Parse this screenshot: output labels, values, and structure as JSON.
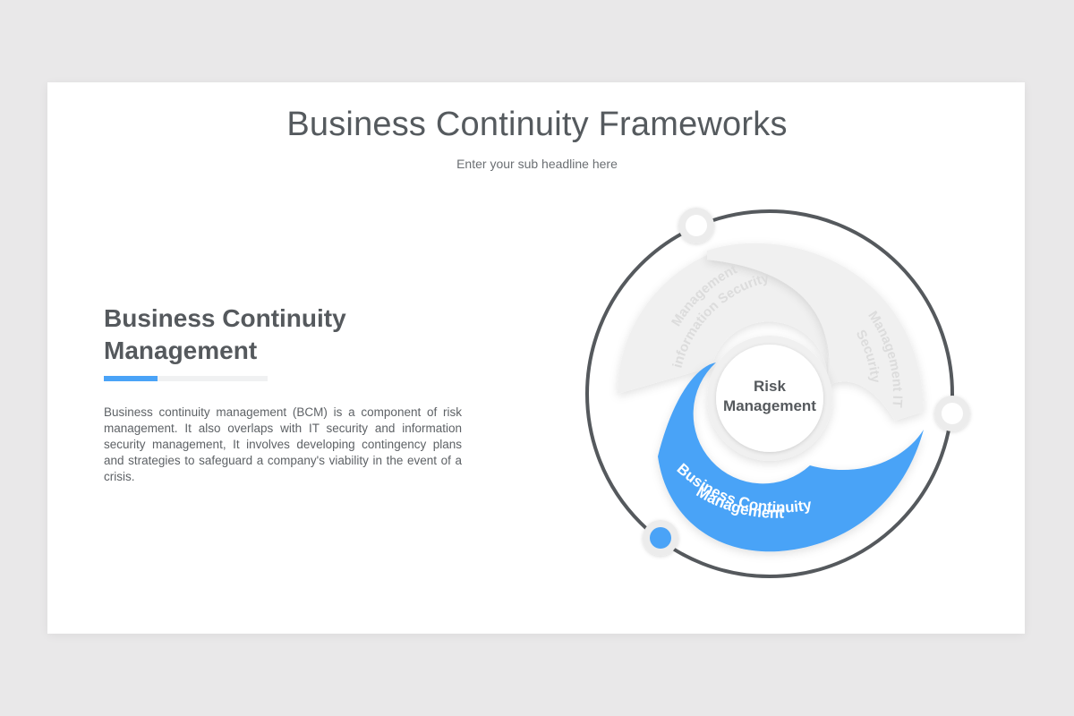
{
  "slide": {
    "title": "Business Continuity Frameworks",
    "subtitle": "Enter your sub headline here"
  },
  "section": {
    "heading_line1": "Business Continuity",
    "heading_line2": "Management",
    "underline_progress": 0.33,
    "body": "Business continuity management (BCM) is a component of risk management. It also overlaps with IT security and information security management, It involves developing contingency plans and strategies to safeguard a company's viability in the event of a crisis."
  },
  "diagram": {
    "center_label_line1": "Risk",
    "center_label_line2": "Management",
    "segments": [
      {
        "line1": "Management",
        "line2": "information Security",
        "active": false
      },
      {
        "line1": "Management IT",
        "line2": "Security",
        "active": false
      },
      {
        "line1": "Business Continuity",
        "line2": "Management",
        "active": true
      }
    ]
  },
  "colors": {
    "accent": "#4aa3f7",
    "segment_inactive": "#f0f0f0",
    "ring": "#55595d",
    "text_dark": "#55595d"
  }
}
